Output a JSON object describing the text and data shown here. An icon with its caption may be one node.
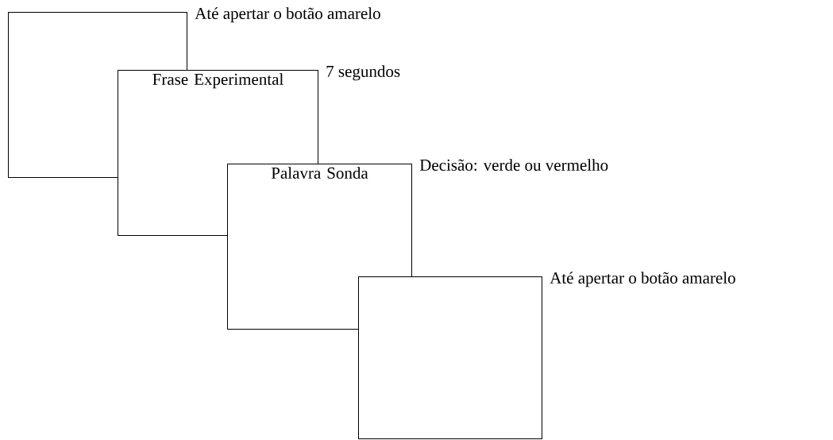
{
  "diagram": {
    "nodes": [
      {
        "text": [],
        "shape": "box",
        "beside": [
          "Até apertar o botão amarelo"
        ]
      },
      {
        "text": [
          "Frase Experimental"
        ],
        "beside": [
          "7 segundos"
        ]
      },
      {
        "text": [
          "Palavra Sonda"
        ],
        "beside": [
          "Decisão: verde ou vermelho"
        ]
      },
      {
        "text": [],
        "shape": "box",
        "beside": [
          "Até apertar o botão amarelo"
        ]
      }
    ]
  }
}
